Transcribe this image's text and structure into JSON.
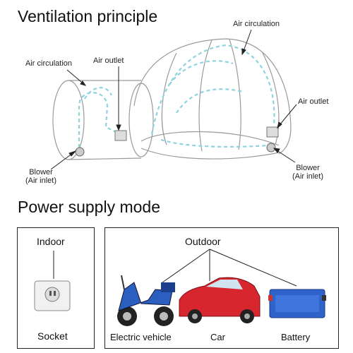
{
  "ventilation": {
    "title": "Ventilation principle",
    "labels": {
      "air_circulation_left": "Air circulation",
      "air_outlet_left": "Air outlet",
      "air_circulation_top": "Air circulation",
      "air_outlet_right": "Air outlet",
      "blower_left_line1": "Blower",
      "blower_left_line2": "(Air inlet)",
      "blower_right_line1": "Blower",
      "blower_right_line2": "(Air inlet)"
    }
  },
  "power": {
    "title": "Power supply mode",
    "indoor": {
      "label": "Indoor",
      "item": "Socket"
    },
    "outdoor": {
      "label": "Outdoor",
      "items": [
        "Electric vehicle",
        "Car",
        "Battery"
      ]
    }
  },
  "colors": {
    "airflow": "#8fd3e0",
    "outline": "#999999",
    "car": "#d8262e",
    "battery": "#2f63c9"
  }
}
